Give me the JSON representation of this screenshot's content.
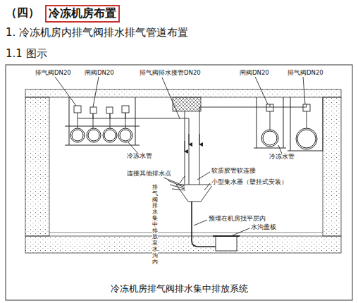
{
  "diagram": {
    "caption": "冷冻机房排气阀排水集中排放系统",
    "nodes": [
      {
        "text": [
          "冷冻机房布置"
        ]
      }
    ],
    "labels": [
      "（四）",
      "1. 冷冻机房内排气阀排水排气管道布置",
      "1.1 图示",
      "排气阀DN20",
      "闸阀DN20",
      "排气阀排水接管DN20",
      "闸阀DN20",
      "排气阀DN20",
      "冷冻水管",
      "冷冻水管",
      "连接其他排水点",
      "软质胶管软连接",
      "小型集水器（壁挂式安装）",
      "排气阀排水集中排放至水沟内",
      "预埋在机房找平层内",
      "水沟盖板"
    ]
  }
}
